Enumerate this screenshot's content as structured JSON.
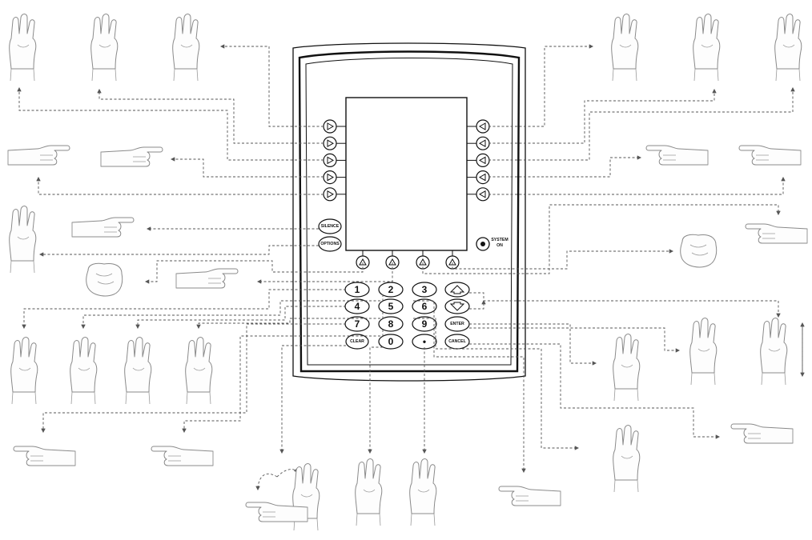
{
  "device": {
    "softkeys_left_count": 5,
    "softkeys_right_count": 5,
    "bottom_softkeys_count": 4,
    "buttons": {
      "silence": "SILENCE",
      "options": "OPTIONS",
      "system_on_line1": "SYSTEM",
      "system_on_line2": "ON",
      "enter": "ENTER",
      "cancel": "CANCEL",
      "clear": "CLEAR"
    },
    "keypad": [
      "1",
      "2",
      "3",
      "4",
      "5",
      "6",
      "7",
      "8",
      "9",
      "0",
      "•"
    ],
    "arrow_keys": [
      "up-arrow-icon",
      "down-arrow-icon"
    ]
  },
  "colors": {
    "outline": "#111111",
    "dash": "#555555",
    "hand_stroke": "#8a8a8a"
  }
}
